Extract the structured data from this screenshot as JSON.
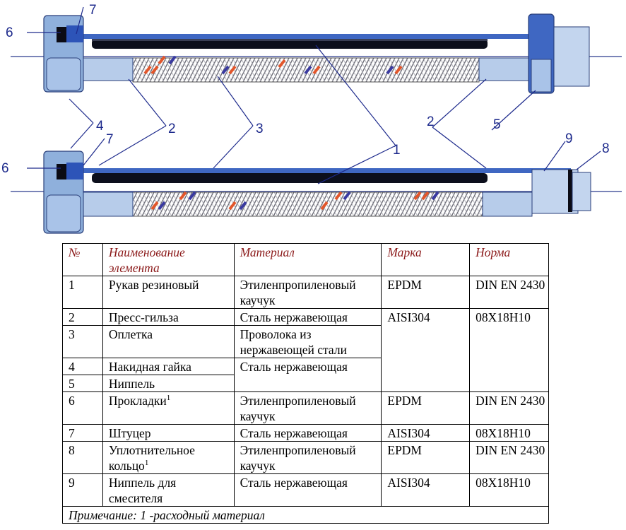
{
  "diagram": {
    "callouts": {
      "top": [
        "6",
        "7",
        "4",
        "2",
        "3",
        "2",
        "5"
      ],
      "bottom": [
        "6",
        "7",
        "1",
        "9",
        "8"
      ]
    }
  },
  "table": {
    "headers": [
      "№",
      "Наименование элемента",
      "Материал",
      "Марка",
      "Норма"
    ],
    "rows": [
      {
        "no": "1",
        "name": "Рукав резиновый",
        "material": "Этиленпропиленовый каучук",
        "mark": "EPDM",
        "norm": "DIN EN 2430"
      },
      {
        "no": "2",
        "name": "Пресс-гильза",
        "material": "Сталь нержавеющая",
        "mark": "AISI304",
        "norm": "08X18H10"
      },
      {
        "no": "3",
        "name": "Оплетка",
        "material": "Проволока из нержавеющей стали"
      },
      {
        "no": "4",
        "name": "Накидная гайка",
        "material": "Сталь нержавеющая"
      },
      {
        "no": "5",
        "name": "Ниппель"
      },
      {
        "no": "6",
        "name": "Прокладки",
        "sup": "1",
        "material": "Этиленпропиленовый каучук",
        "mark": "EPDM",
        "norm": "DIN EN 2430"
      },
      {
        "no": "7",
        "name": "Штуцер",
        "material": "Сталь нержавеющая",
        "mark": "AISI304",
        "norm": "08X18H10"
      },
      {
        "no": "8",
        "name": "Уплотнительное кольцо",
        "sup": "1",
        "material": "Этиленпропиленовый каучук",
        "mark": "EPDM",
        "norm": "DIN EN 2430"
      },
      {
        "no": "9",
        "name": "Ниппель для смесителя",
        "material": "Сталь нержавеющая",
        "mark": "AISI304",
        "norm": "08X18H10"
      }
    ],
    "note": "Примечание: 1 -расходный материал"
  }
}
